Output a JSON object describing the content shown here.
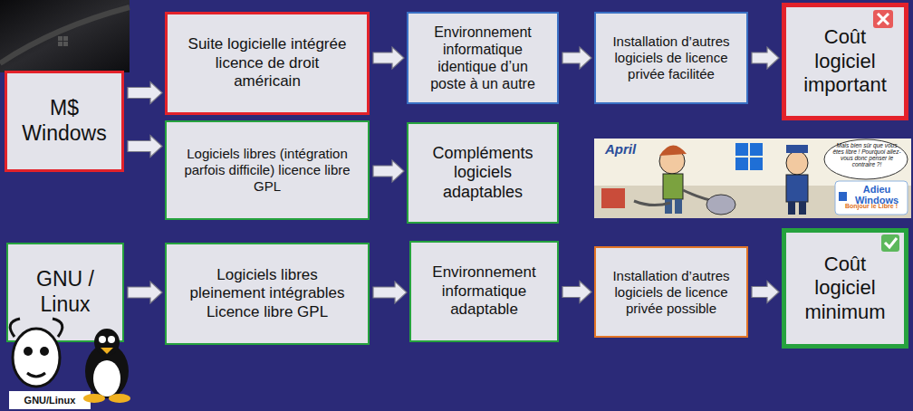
{
  "diagram": {
    "nodes": [
      {
        "text": [
          "M$ Windows"
        ]
      },
      {
        "text": [
          "Suite logicielle intégrée licence de droit américain"
        ]
      },
      {
        "text": [
          "Environnement informatique identique d’un poste à un autre"
        ]
      },
      {
        "text": [
          "Installation d’autres logiciels de licence privée facilitée"
        ]
      },
      {
        "text": [
          "Coût logiciel important"
        ]
      },
      {
        "text": [
          "Logiciels libres (intégration parfois difficile) licence libre GPL"
        ]
      },
      {
        "text": [
          "Compléments logiciels adaptables"
        ]
      },
      {
        "text": [
          "GNU / Linux"
        ]
      },
      {
        "text": [
          "Logiciels libres pleinement intégrables Licence libre GPL"
        ]
      },
      {
        "text": [
          "Environnement informatique adaptable"
        ]
      },
      {
        "text": [
          "Installation d’autres logiciels de licence privée possible"
        ]
      },
      {
        "text": [
          "Coût logiciel minimum"
        ]
      }
    ],
    "edges": [
      {
        "from": 0,
        "to": 1,
        "arrow": "to"
      },
      {
        "from": 0,
        "to": 5,
        "arrow": "to"
      },
      {
        "from": 1,
        "to": 2,
        "arrow": "to"
      },
      {
        "from": 2,
        "to": 3,
        "arrow": "to"
      },
      {
        "from": 3,
        "to": 4,
        "arrow": "to"
      },
      {
        "from": 5,
        "to": 6,
        "arrow": "to"
      },
      {
        "from": 7,
        "to": 8,
        "arrow": "to"
      },
      {
        "from": 8,
        "to": 9,
        "arrow": "to"
      },
      {
        "from": 9,
        "to": 10,
        "arrow": "to"
      },
      {
        "from": 10,
        "to": 11,
        "arrow": "to"
      }
    ],
    "labels": [
      "April",
      "Mais bien sûr que vous êtes libre ! Pourquoi allez-vous donc penser le contraire ?!",
      "Adieu Windows",
      "Bonjour le Libre !",
      "GNU/Linux"
    ]
  }
}
